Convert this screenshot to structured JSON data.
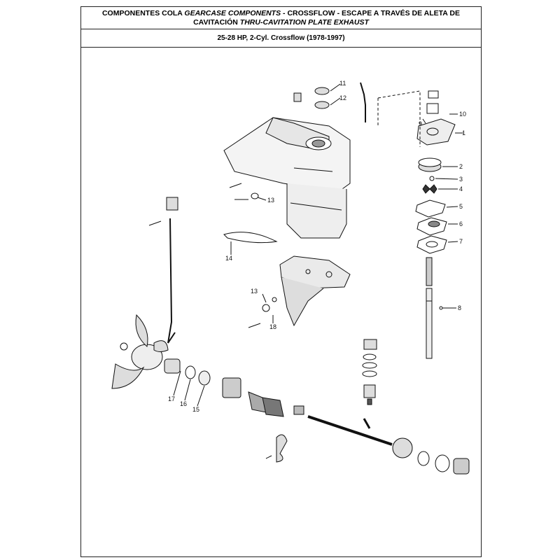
{
  "header": {
    "title_part1": "COMPONENTES COLA ",
    "title_italic1": "GEARCASE COMPONENTS",
    "title_part2": " - CROSSFLOW - ESCAPE A TRAVÉS DE ALETA DE",
    "title_part3": "CAVITACIÓN ",
    "title_italic2": "THRU-CAVITATION PLATE EXHAUST"
  },
  "subtitle": "25-28 HP, 2-Cyl. Crossflow (1978-1997)",
  "callouts": {
    "c1": "1",
    "c2": "2",
    "c3": "3",
    "c4": "4",
    "c5": "5",
    "c6": "6",
    "c7": "7",
    "c8": "8",
    "c9": "9",
    "c10": "10",
    "c11": "11",
    "c12": "12",
    "c13a": "13",
    "c13b": "13",
    "c14": "14",
    "c15": "15",
    "c16": "16",
    "c17": "17",
    "c18": "18"
  }
}
